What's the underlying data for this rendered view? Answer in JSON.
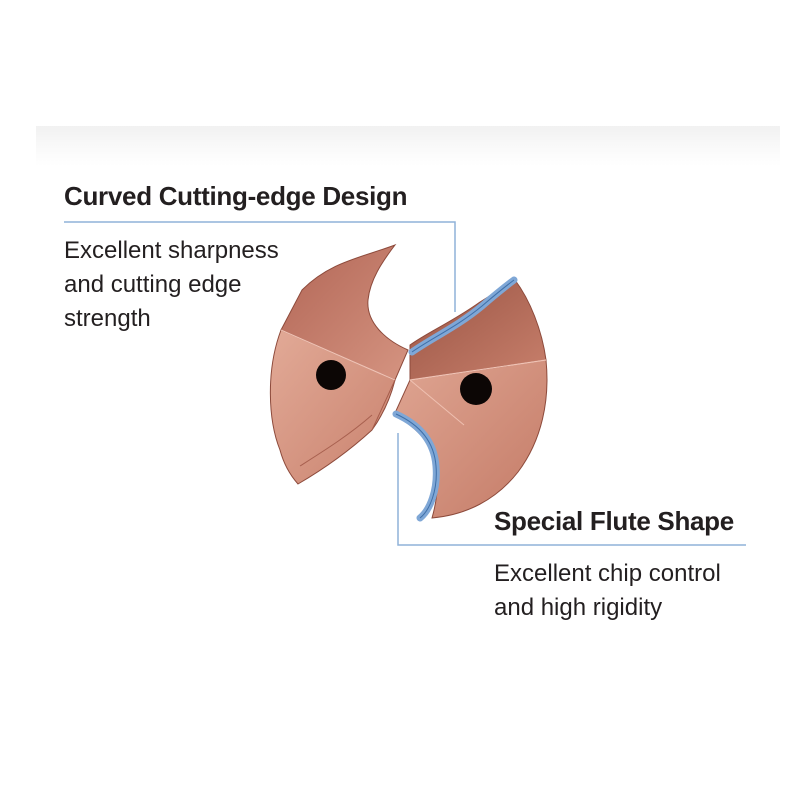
{
  "callouts": [
    {
      "title": "Curved Cutting-edge Design",
      "description": "Excellent sharpness\nand cutting edge\nstrength"
    },
    {
      "title": "Special Flute Shape",
      "description": "Excellent chip control\nand high rigidity"
    }
  ],
  "colors": {
    "copper": "#c47d6a",
    "copper_light": "#dca494",
    "copper_dark": "#8d4a3b",
    "highlight_blue": "#7fa7d6",
    "leader_line": "#8fb2d9",
    "text": "#231f20"
  }
}
